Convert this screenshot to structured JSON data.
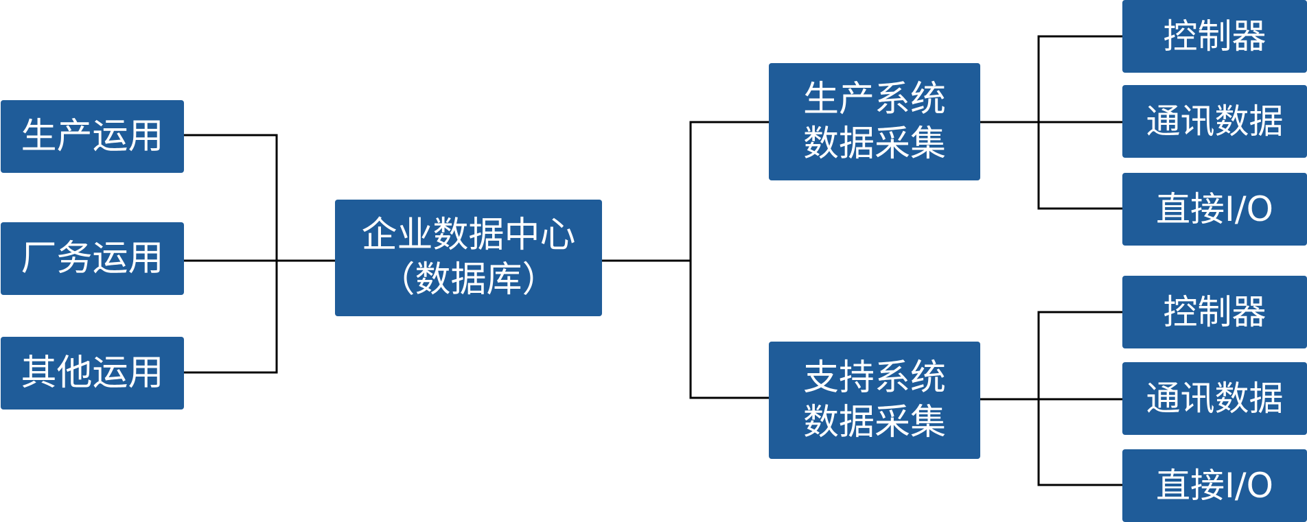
{
  "diagram": {
    "colors": {
      "box": "#1f5c99",
      "text": "#ffffff",
      "line": "#000000"
    },
    "left_apps": [
      {
        "label": "生产运用"
      },
      {
        "label": "厂务运用"
      },
      {
        "label": "其他运用"
      }
    ],
    "center": {
      "line1": "企业数据中心",
      "line2": "（数据库）"
    },
    "production": {
      "line1": "生产系统",
      "line2": "数据采集",
      "sources": [
        {
          "label": "控制器"
        },
        {
          "label": "通讯数据"
        },
        {
          "label": "直接I/O"
        }
      ]
    },
    "support": {
      "line1": "支持系统",
      "line2": "数据采集",
      "sources": [
        {
          "label": "控制器"
        },
        {
          "label": "通讯数据"
        },
        {
          "label": "直接I/O"
        }
      ]
    }
  }
}
